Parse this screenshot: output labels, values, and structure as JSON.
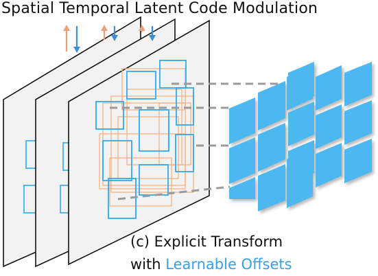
{
  "title": "Spatial Temporal Latent Code Modulation",
  "caption": {
    "line1": "(c) Explicit Transform",
    "line2_prefix": "with ",
    "line2_highlight": "Learnable Offsets"
  },
  "colors": {
    "frame_fill": "#f2f2f2",
    "frame_stroke": "#111111",
    "latent_box": "#32a8e8",
    "offset_box": "#f4b183",
    "tile_fill": "#4db8f0",
    "arrow_up": "#e8a07a",
    "arrow_down": "#3a8fd6",
    "dash": "#9a9a9a"
  }
}
